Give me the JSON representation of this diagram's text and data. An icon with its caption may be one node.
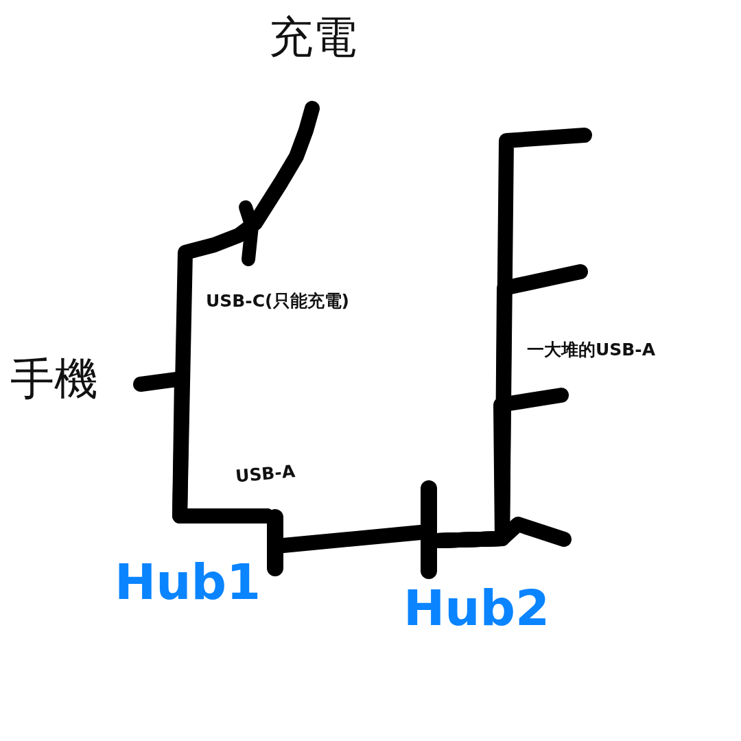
{
  "diagram": {
    "nodes": [
      {
        "text": [
          "充電"
        ]
      },
      {
        "text": [
          "手機"
        ]
      },
      {
        "text": [
          "Hub1"
        ]
      },
      {
        "text": [
          "Hub2"
        ]
      }
    ],
    "edges": [
      {
        "from": 0,
        "to": 2,
        "arrow": "none"
      },
      {
        "from": 1,
        "to": 2,
        "arrow": "none"
      },
      {
        "from": 2,
        "to": 3,
        "arrow": "none"
      },
      {
        "from": 3,
        "to": null,
        "arrow": "none"
      },
      {
        "from": 3,
        "to": null,
        "arrow": "none"
      },
      {
        "from": 3,
        "to": null,
        "arrow": "none"
      },
      {
        "from": 3,
        "to": null,
        "arrow": "none"
      }
    ],
    "labels": [
      "USB-C(只能充電)",
      "一大堆的USB-A",
      "USB-A"
    ]
  }
}
